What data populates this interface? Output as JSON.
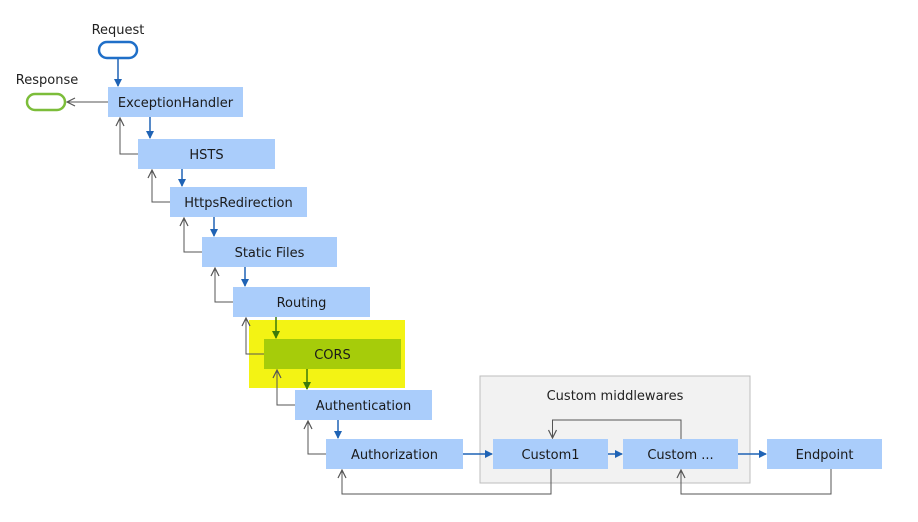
{
  "labels": {
    "request": "Request",
    "response": "Response",
    "group_title": "Custom middlewares"
  },
  "pipeline": [
    {
      "label": "ExceptionHandler"
    },
    {
      "label": "HSTS"
    },
    {
      "label": "HttpsRedirection"
    },
    {
      "label": "Static Files"
    },
    {
      "label": "Routing"
    },
    {
      "label": "CORS",
      "highlighted": true
    },
    {
      "label": "Authentication"
    },
    {
      "label": "Authorization"
    }
  ],
  "custom": [
    {
      "label": "Custom1"
    },
    {
      "label": "Custom ..."
    }
  ],
  "endpoint": {
    "label": "Endpoint"
  },
  "colors": {
    "node_fill": "#aacdfb",
    "highlight_fill": "#a6cc0a",
    "highlight_glow": "#f3f314",
    "request_stroke": "#1f6fc8",
    "response_stroke": "#7cbd3a",
    "forward_arrow": "#1f63b5",
    "highlight_arrow": "#3b7a0b",
    "return_arrow": "#555555",
    "group_fill": "#f2f2f2",
    "group_stroke": "#bdbdbd"
  },
  "icons": {
    "request": "request-terminal-icon",
    "response": "response-terminal-icon"
  }
}
